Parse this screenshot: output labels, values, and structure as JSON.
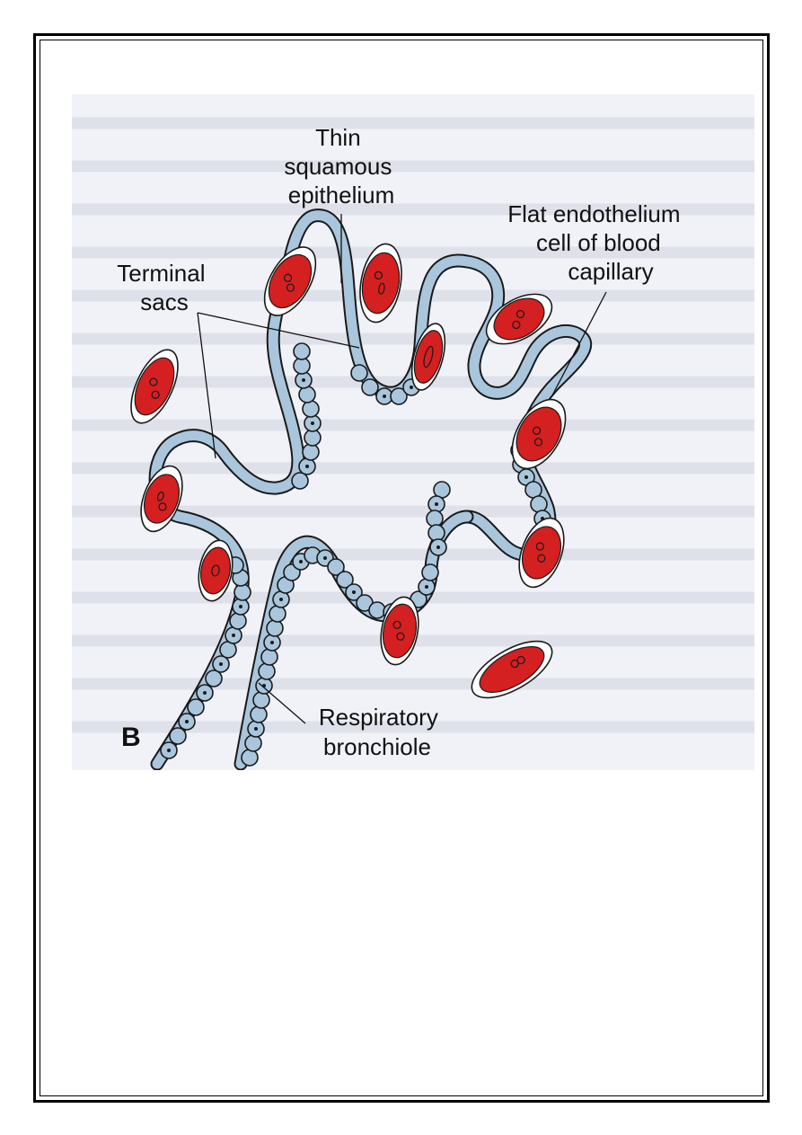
{
  "figure": {
    "panel_letter": "B",
    "labels": {
      "thin_squamous": [
        "Thin",
        "squamous",
        "epithelium"
      ],
      "flat_endothelium": [
        "Flat endothelium",
        "cell of blood",
        "capillary"
      ],
      "terminal_sacs": [
        "Terminal",
        "sacs"
      ],
      "respiratory_bronchiole": [
        "Respiratory",
        "bronchiole"
      ]
    },
    "colors": {
      "epithelium": "#a9c6dc",
      "capillary": "#d42020",
      "outline": "#1a1a1a",
      "background": "#f1f2f8"
    }
  }
}
